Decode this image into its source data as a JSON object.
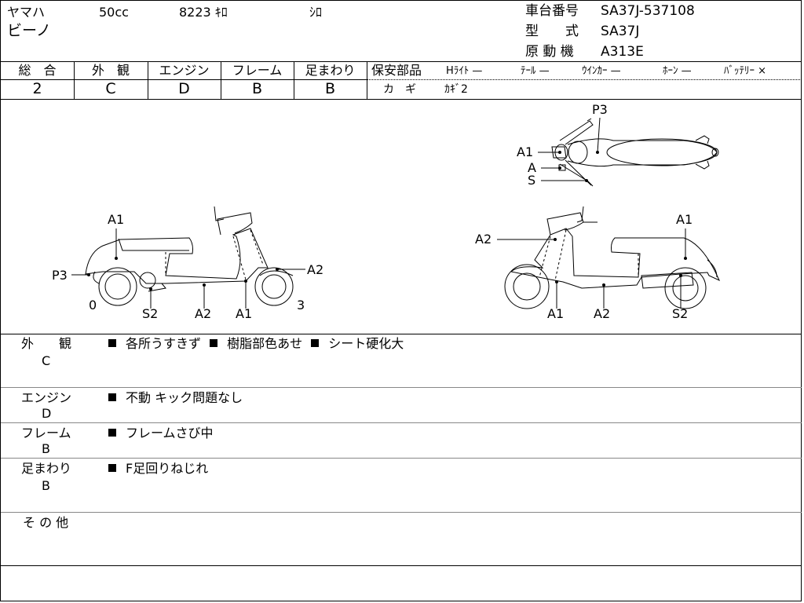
{
  "vehicle": {
    "maker": "ヤマハ",
    "displacement": "50cc",
    "mileage": "8223 ｷﾛ",
    "color": "ｼﾛ",
    "model_name": "ビーノ",
    "frame_label": "車台番号",
    "frame_number": "SA37J-537108",
    "type_label": "型　　式",
    "type_value": "SA37J",
    "engine_label": "原 動 機",
    "engine_value": "A313E"
  },
  "grades": [
    {
      "label": "総　合",
      "value": "2"
    },
    {
      "label": "外　観",
      "value": "C"
    },
    {
      "label": "エンジン",
      "value": "D"
    },
    {
      "label": "フレーム",
      "value": "B"
    },
    {
      "label": "足まわり",
      "value": "B"
    }
  ],
  "safety": {
    "title": "保安部品",
    "items": [
      "Hﾗｲﾄ —",
      "ﾃｰﾙ —",
      "ｳｲﾝｶｰ —",
      "ﾎｰﾝ —",
      "ﾊﾞｯﾃﾘｰ ×"
    ],
    "key_label": "カ　ギ",
    "key_value": "ｶｷﾞ2"
  },
  "diagram_labels": {
    "top_view": [
      "P3",
      "A1",
      "A",
      "S"
    ],
    "left_view": [
      "A1",
      "P3",
      "A2",
      "0",
      "S2",
      "A2",
      "A1",
      "3"
    ],
    "right_view": [
      "A2",
      "A1",
      "A1",
      "A2",
      "S2"
    ]
  },
  "remarks": [
    {
      "label": "外　　観",
      "grade": "C",
      "items": [
        "各所うすきず",
        "樹脂部色あせ",
        "シート硬化大"
      ]
    },
    {
      "label": "エンジン",
      "grade": "D",
      "items": [
        "不動 キック問題なし"
      ]
    },
    {
      "label": "フレーム",
      "grade": "B",
      "items": [
        "フレームさび中"
      ]
    },
    {
      "label": "足まわり",
      "grade": "B",
      "items": [
        "F足回りねじれ"
      ]
    },
    {
      "label": "そ の 他",
      "grade": "",
      "items": []
    }
  ]
}
